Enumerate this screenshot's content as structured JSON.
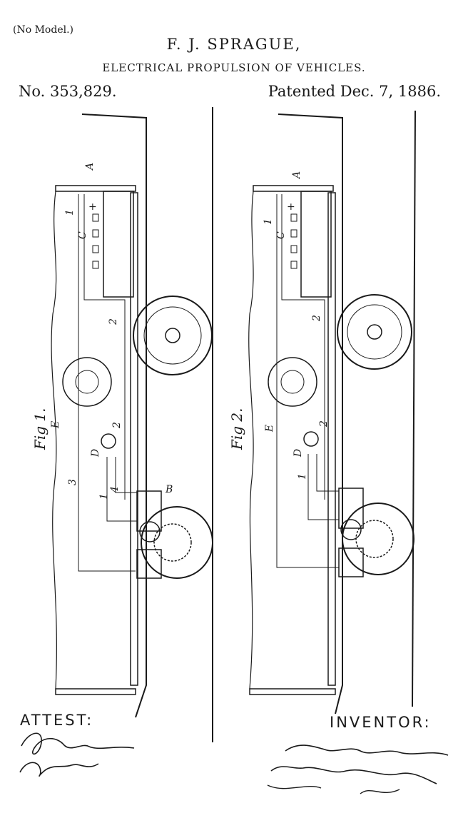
{
  "header": {
    "no_model": "(No Model.)",
    "inventor_name": "F. J. SPRAGUE,",
    "title": "ELECTRICAL PROPULSION OF VEHICLES.",
    "patent_number": "No. 353,829.",
    "patent_date": "Patented Dec. 7, 1886."
  },
  "figures": {
    "fig1_label": "Fig 1.",
    "fig2_label": "Fig 2."
  },
  "footer": {
    "attest_label": "ATTEST:",
    "inventor_label": "INVENTOR:"
  }
}
